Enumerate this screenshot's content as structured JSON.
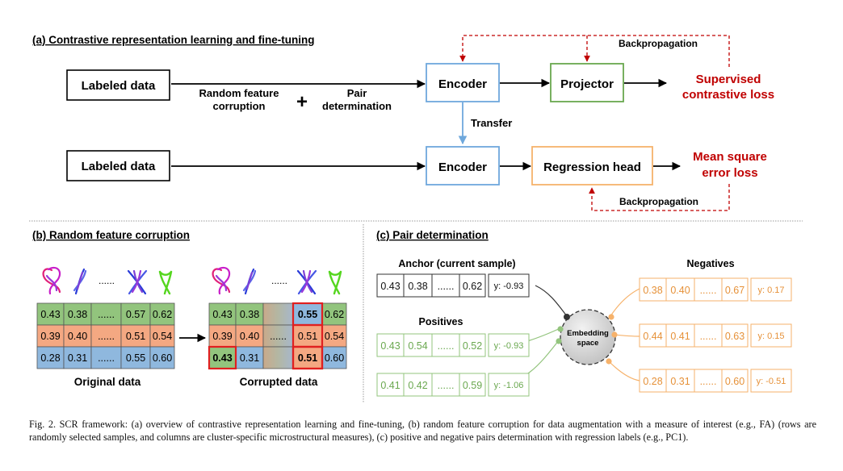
{
  "panel_a": {
    "title": "(a) Contrastive representation learning and fine-tuning",
    "labeled_data_1": "Labeled data",
    "labeled_data_2": "Labeled data",
    "corruption_label_1": "Random feature",
    "corruption_label_2": "corruption",
    "plus": "+",
    "pair_label_1": "Pair",
    "pair_label_2": "determination",
    "encoder_1": "Encoder",
    "encoder_2": "Encoder",
    "projector": "Projector",
    "regression_head": "Regression head",
    "sup_loss_1": "Supervised",
    "sup_loss_2": "contrastive loss",
    "mse_loss_1": "Mean square",
    "mse_loss_2": "error loss",
    "backprop_1": "Backpropagation",
    "backprop_2": "Backpropagation",
    "transfer": "Transfer"
  },
  "panel_b": {
    "title": "(b) Random feature corruption",
    "dots": "......",
    "original_caption": "Original data",
    "corrupted_caption": "Corrupted data",
    "original_rows": [
      [
        "0.43",
        "0.38",
        "......",
        "0.57",
        "0.62"
      ],
      [
        "0.39",
        "0.40",
        "......",
        "0.51",
        "0.54"
      ],
      [
        "0.28",
        "0.31",
        "......",
        "0.55",
        "0.60"
      ]
    ],
    "corrupted_rows": [
      [
        "0.43",
        "0.38",
        "",
        "0.55",
        "0.62"
      ],
      [
        "0.39",
        "0.40",
        "......",
        "0.51",
        "0.54"
      ],
      [
        "0.43",
        "0.31",
        "",
        "0.51",
        "0.60"
      ]
    ],
    "row_colors": [
      "#92c47d",
      "#f4a882",
      "#8fb8de"
    ]
  },
  "panel_c": {
    "title": "(c) Pair determination",
    "anchor_title": "Anchor (current sample)",
    "anchor_values": [
      "0.43",
      "0.38",
      "......",
      "0.62"
    ],
    "anchor_label": "y: -0.93",
    "positives_title": "Positives",
    "positives": [
      {
        "values": [
          "0.43",
          "0.54",
          "......",
          "0.52"
        ],
        "label": "y: -0.93"
      },
      {
        "values": [
          "0.41",
          "0.42",
          "......",
          "0.59"
        ],
        "label": "y: -1.06"
      }
    ],
    "negatives_title": "Negatives",
    "negatives": [
      {
        "values": [
          "0.38",
          "0.40",
          "......",
          "0.67"
        ],
        "label": "y: 0.17"
      },
      {
        "values": [
          "0.44",
          "0.41",
          "......",
          "0.63"
        ],
        "label": "y: 0.15"
      },
      {
        "values": [
          "0.28",
          "0.31",
          "......",
          "0.60"
        ],
        "label": "y: -0.51"
      }
    ],
    "embedding_1": "Embedding",
    "embedding_2": "space"
  },
  "colors": {
    "encoder": "#6fa8dc",
    "projector": "#6aa84f",
    "regression": "#f6b26b",
    "loss": "#c00000",
    "positive": "#6aa84f",
    "negative": "#e69138"
  },
  "caption": "Fig. 2.   SCR framework: (a) overview of contrastive representation learning and fine-tuning, (b) random feature corruption for data augmentation with a measure of interest (e.g., FA) (rows are randomly selected samples, and columns are cluster-specific microstructural measures), (c) positive and negative pairs determination with regression labels (e.g., PC1)."
}
